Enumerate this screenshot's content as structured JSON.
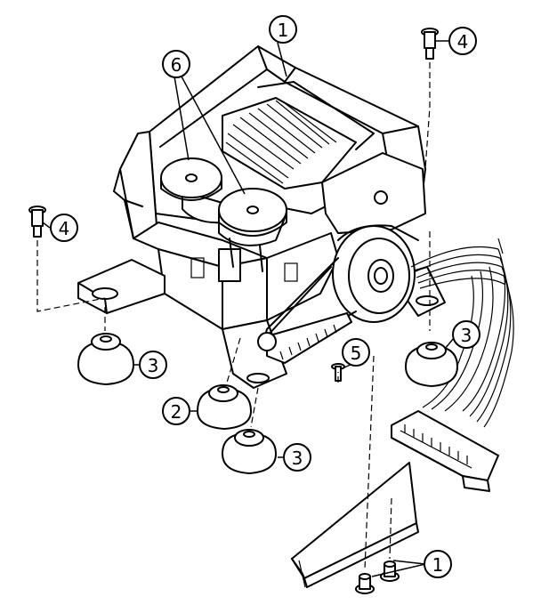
{
  "callouts": [
    {
      "id": "c1a",
      "label": "1"
    },
    {
      "id": "c6",
      "label": "6"
    },
    {
      "id": "c4a",
      "label": "4"
    },
    {
      "id": "c4b",
      "label": "4"
    },
    {
      "id": "c3a",
      "label": "3"
    },
    {
      "id": "c5",
      "label": "5"
    },
    {
      "id": "c3b",
      "label": "3"
    },
    {
      "id": "c2",
      "label": "2"
    },
    {
      "id": "c3c",
      "label": "3"
    },
    {
      "id": "c1b",
      "label": "1"
    }
  ]
}
